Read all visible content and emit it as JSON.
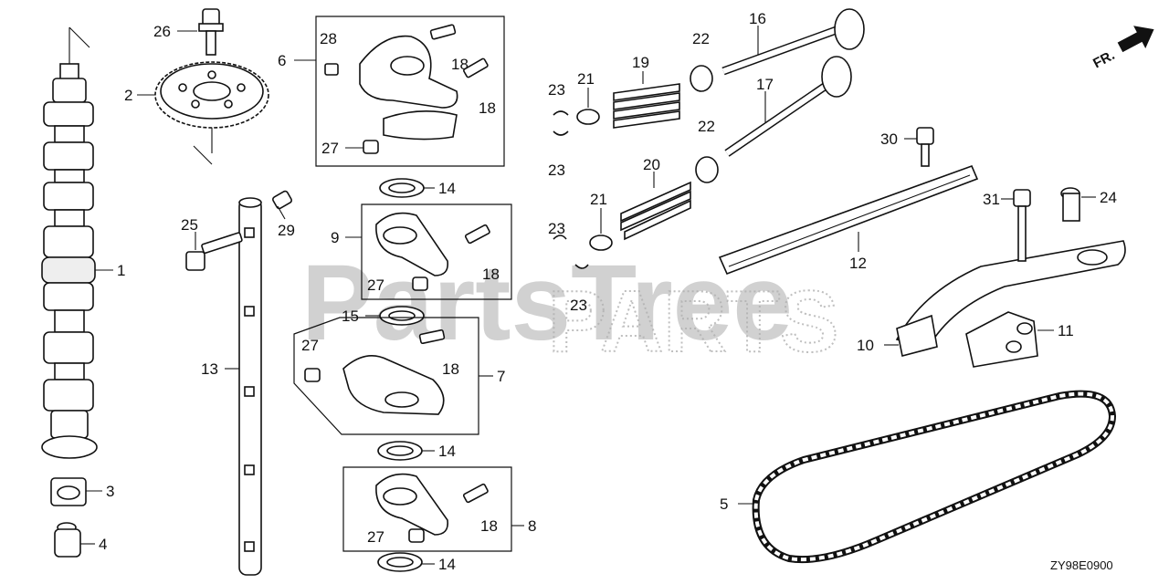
{
  "watermark": {
    "line1": "PartsTree",
    "line2": "PARTS"
  },
  "diagram_code": "ZY98E0900",
  "front_indicator": {
    "label": "FR.",
    "icon": "arrow-icon"
  },
  "callouts": {
    "c1": "1",
    "c2": "2",
    "c3": "3",
    "c4": "4",
    "c5": "5",
    "c6": "6",
    "c7": "7",
    "c8": "8",
    "c9": "9",
    "c10": "10",
    "c11": "11",
    "c12": "12",
    "c13": "13",
    "c14a": "14",
    "c14b": "14",
    "c14c": "14",
    "c15": "15",
    "c16": "16",
    "c17": "17",
    "c18a": "18",
    "c18b": "18",
    "c18c": "18",
    "c18d": "18",
    "c18e": "18",
    "c19": "19",
    "c20": "20",
    "c21a": "21",
    "c21b": "21",
    "c22a": "22",
    "c22b": "22",
    "c23a": "23",
    "c23b": "23",
    "c23c": "23",
    "c23d": "23",
    "c24": "24",
    "c25": "25",
    "c26": "26",
    "c27a": "27",
    "c27b": "27",
    "c27c": "27",
    "c27d": "27",
    "c28": "28",
    "c29": "29",
    "c30": "30",
    "c31": "31"
  }
}
